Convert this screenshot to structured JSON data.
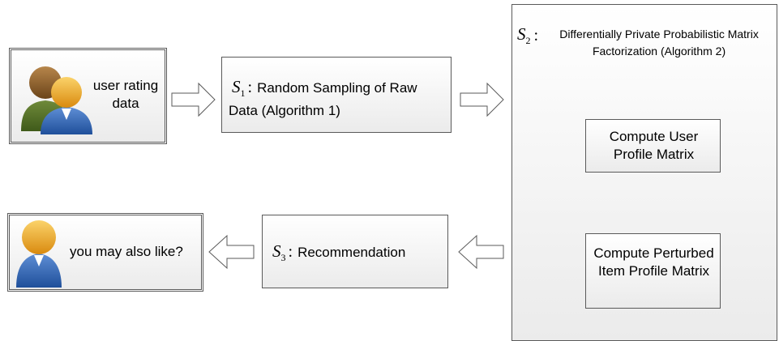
{
  "diagram": {
    "input_box": {
      "label": "user rating data",
      "icon": "two-users-icon"
    },
    "step1": {
      "symbol": "S",
      "index": "1",
      "label": "Random Sampling of Raw Data (Algorithm 1)"
    },
    "step2": {
      "symbol": "S",
      "index": "2",
      "label": "Differentially Private Probabilistic Matrix Factorization (Algorithm 2)",
      "inner_top": "Compute User Profile Matrix",
      "inner_bottom": "Compute Perturbed Item Profile Matrix"
    },
    "step3": {
      "symbol": "S",
      "index": "3",
      "label": "Recommendation"
    },
    "output_box": {
      "label": "you may also like?",
      "icon": "single-user-icon"
    }
  }
}
